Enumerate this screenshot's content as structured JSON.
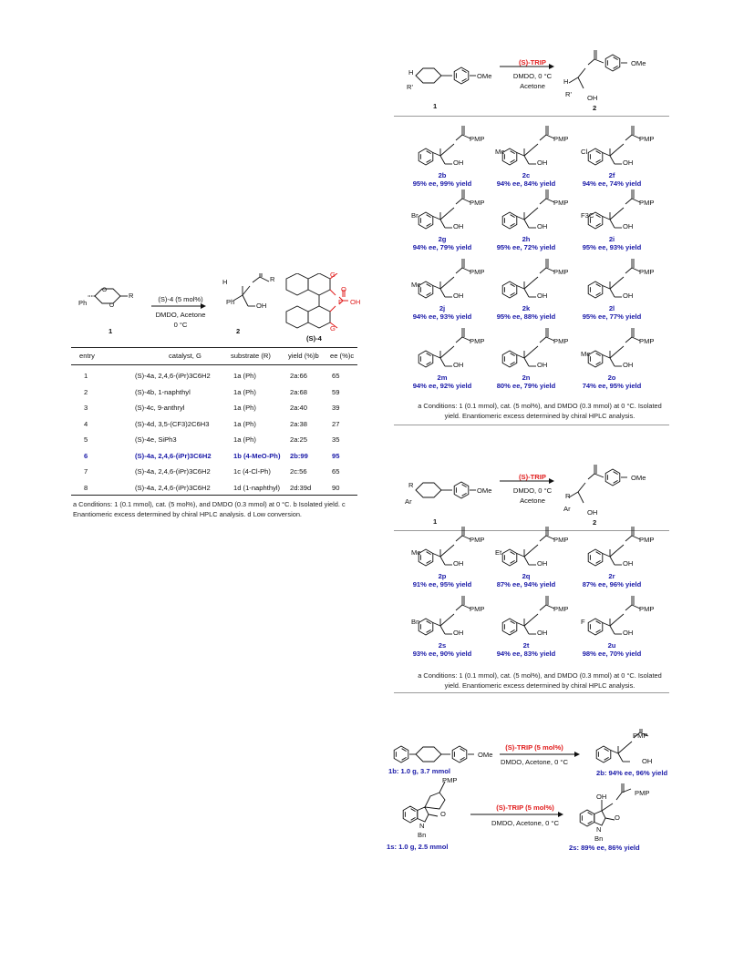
{
  "left_scheme": {
    "substrate_label": "1",
    "product_label": "2",
    "ph_left": "Ph",
    "r_left": "R",
    "reagent_catalyst": "(S)-4 (5 mol%)",
    "reagent_conditions": "DMDO, Acetone",
    "reagent_temp": "0 °C",
    "product_ph": "Ph",
    "product_h": "H",
    "product_oh": "OH",
    "product_r": "R",
    "catalyst_label": "(S)-4",
    "catalyst_g_top": "G",
    "catalyst_g_bottom": "G",
    "catalyst_p": "P",
    "catalyst_oh": "OH",
    "catalyst_o": "O"
  },
  "table": {
    "headers": [
      "entry",
      "catalyst, G",
      "substrate (R)",
      "yield (%)b",
      "ee (%)c"
    ],
    "rows": [
      [
        "1",
        "(S)-4a, 2,4,6-(iPr)3C6H2",
        "1a (Ph)",
        "2a:66",
        "65"
      ],
      [
        "2",
        "(S)-4b, 1-naphthyl",
        "1a (Ph)",
        "2a:68",
        "59"
      ],
      [
        "3",
        "(S)-4c, 9-anthryl",
        "1a (Ph)",
        "2a:40",
        "39"
      ],
      [
        "4",
        "(S)-4d, 3,5-(CF3)2C6H3",
        "1a (Ph)",
        "2a:38",
        "27"
      ],
      [
        "5",
        "(S)-4e, SiPh3",
        "1a (Ph)",
        "2a:25",
        "35"
      ],
      [
        "6",
        "(S)-4a, 2,4,6-(iPr)3C6H2",
        "1b (4-MeO-Ph)",
        "2b:99",
        "95"
      ],
      [
        "7",
        "(S)-4a, 2,4,6-(iPr)3C6H2",
        "1c (4-Cl-Ph)",
        "2c:56",
        "65"
      ],
      [
        "8",
        "(S)-4a, 2,4,6-(iPr)3C6H2",
        "1d (1-naphthyl)",
        "2d:39d",
        "90"
      ]
    ],
    "footnote": "a Conditions: 1 (0.1 mmol), cat. (5 mol%), and DMDO (0.3 mmol) at 0 °C. b Isolated yield. c Enantiomeric excess determined by chiral HPLC analysis. d Low conversion."
  },
  "top_right": {
    "reagent": "(S)-TRIP",
    "conditions": "DMDO, 0 °C",
    "solvent": "Acetone",
    "sub_label": "1",
    "prod_label": "2",
    "ome": "OMe",
    "r_prime": "R'",
    "h": "H",
    "oh": "OH",
    "pmp": "PMP",
    "substituents": {
      "me": "Me",
      "cl": "Cl",
      "br": "Br",
      "cf3": "F3C"
    },
    "products": [
      {
        "label": "2b",
        "result": "95% ee, 99% yield"
      },
      {
        "label": "2c",
        "result": "94% ee, 84% yield"
      },
      {
        "label": "2f",
        "result": "94% ee, 74% yield"
      },
      {
        "label": "2g",
        "result": "94% ee, 79% yield"
      },
      {
        "label": "2h",
        "result": "95% ee, 72% yield"
      },
      {
        "label": "2i",
        "result": "95% ee, 93% yield"
      },
      {
        "label": "2j",
        "result": "94% ee, 93% yield"
      },
      {
        "label": "2k",
        "result": "95% ee, 88% yield"
      },
      {
        "label": "2l",
        "result": "95% ee, 77% yield"
      },
      {
        "label": "2m",
        "result": "94% ee, 92% yield"
      },
      {
        "label": "2n",
        "result": "80% ee, 79% yield"
      },
      {
        "label": "2o",
        "result": "74% ee, 95% yield"
      }
    ],
    "footnote": "a Conditions: 1 (0.1 mmol), cat. (5 mol%), and DMDO (0.3 mmol) at 0 °C. Isolated yield. Enantiomeric excess determined by chiral HPLC analysis."
  },
  "mid_right": {
    "reagent": "(S)-TRIP",
    "conditions": "DMDO, 0 °C",
    "solvent": "Acetone",
    "sub_label": "1",
    "prod_label": "2",
    "r": "R",
    "ar": "Ar",
    "ome": "OMe",
    "oh": "OH",
    "pmp": "PMP",
    "substituents": {
      "me": "Me",
      "et": "Et",
      "f": "F",
      "bn": "Bn"
    },
    "products": [
      {
        "label": "2p",
        "result": "91% ee, 95% yield"
      },
      {
        "label": "2q",
        "result": "87% ee, 94% yield"
      },
      {
        "label": "2r",
        "result": "87% ee, 96% yield"
      },
      {
        "label": "2s",
        "result": "93% ee, 90% yield"
      },
      {
        "label": "2t",
        "result": "94% ee, 83% yield"
      },
      {
        "label": "2u",
        "result": "98% ee, 70% yield"
      }
    ],
    "footnote": "a Conditions: 1 (0.1 mmol), cat. (5 mol%), and DMDO (0.3 mmol) at 0 °C. Isolated yield. Enantiomeric excess determined by chiral HPLC analysis."
  },
  "bottom_right": {
    "reagent1": "(S)-TRIP (5 mol%)",
    "conditions1": "DMDO, Acetone, 0 °C",
    "sub1": "1b: 1.0 g, 3.7 mmol",
    "prod1": "2b: 94% ee, 96% yield",
    "reagent2": "(S)-TRIP (5 mol%)",
    "conditions2": "DMDO, Acetone, 0 °C",
    "sub2": "1s: 1.0 g, 2.5 mmol",
    "prod2": "2s: 89% ee, 86% yield",
    "pmp": "PMP",
    "ome": "OMe",
    "oh": "OH",
    "bn": "Bn",
    "n": "N",
    "o": "O"
  },
  "colors": {
    "blue": "#1a1aa8",
    "red": "#e01b1b"
  }
}
